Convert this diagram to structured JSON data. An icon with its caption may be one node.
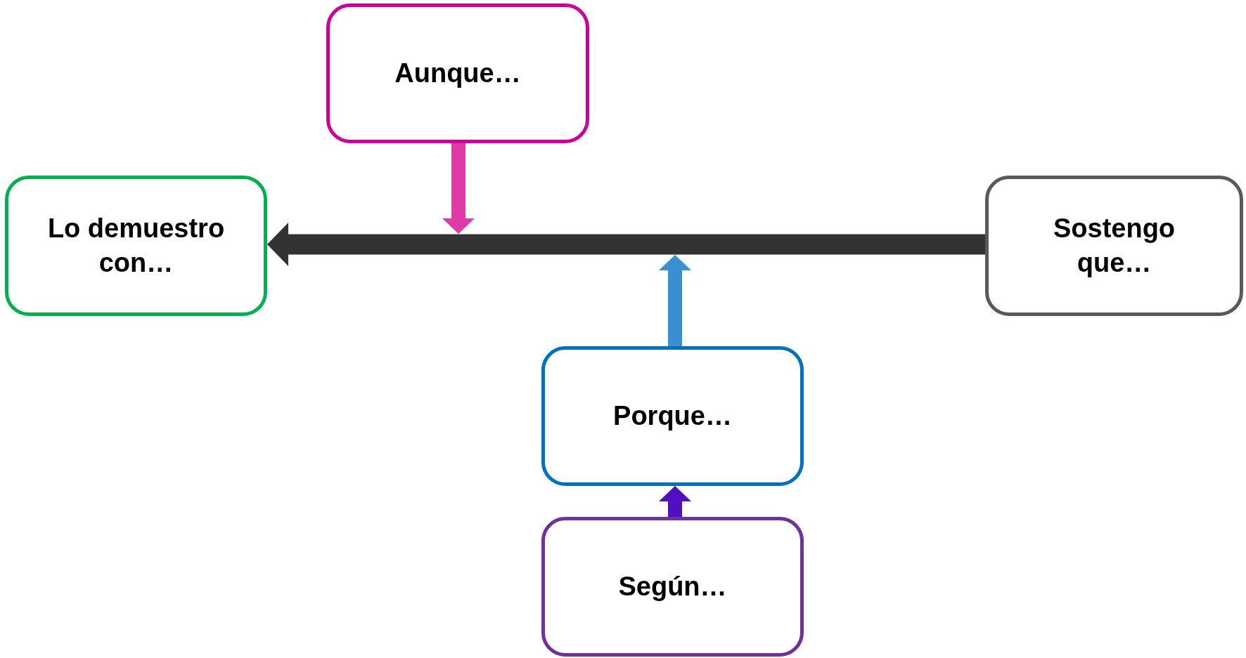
{
  "diagram": {
    "nodes": [
      {
        "text": [
          "Aunque…"
        ]
      },
      {
        "text": [
          "Lo demuestro con…"
        ]
      },
      {
        "text": [
          "Sostengo que…"
        ]
      },
      {
        "text": [
          "Porque…"
        ]
      },
      {
        "text": [
          "Según…"
        ]
      }
    ],
    "edges": [
      {
        "from": 2,
        "to": 1,
        "arrow": "to",
        "color": "#333333"
      },
      {
        "from": 0,
        "to": null,
        "arrow": "to",
        "color": "#e03aa8"
      },
      {
        "from": 3,
        "to": null,
        "arrow": "to",
        "color": "#3a8fd0"
      },
      {
        "from": 4,
        "to": 3,
        "arrow": "to",
        "color": "#5010c0"
      }
    ]
  }
}
